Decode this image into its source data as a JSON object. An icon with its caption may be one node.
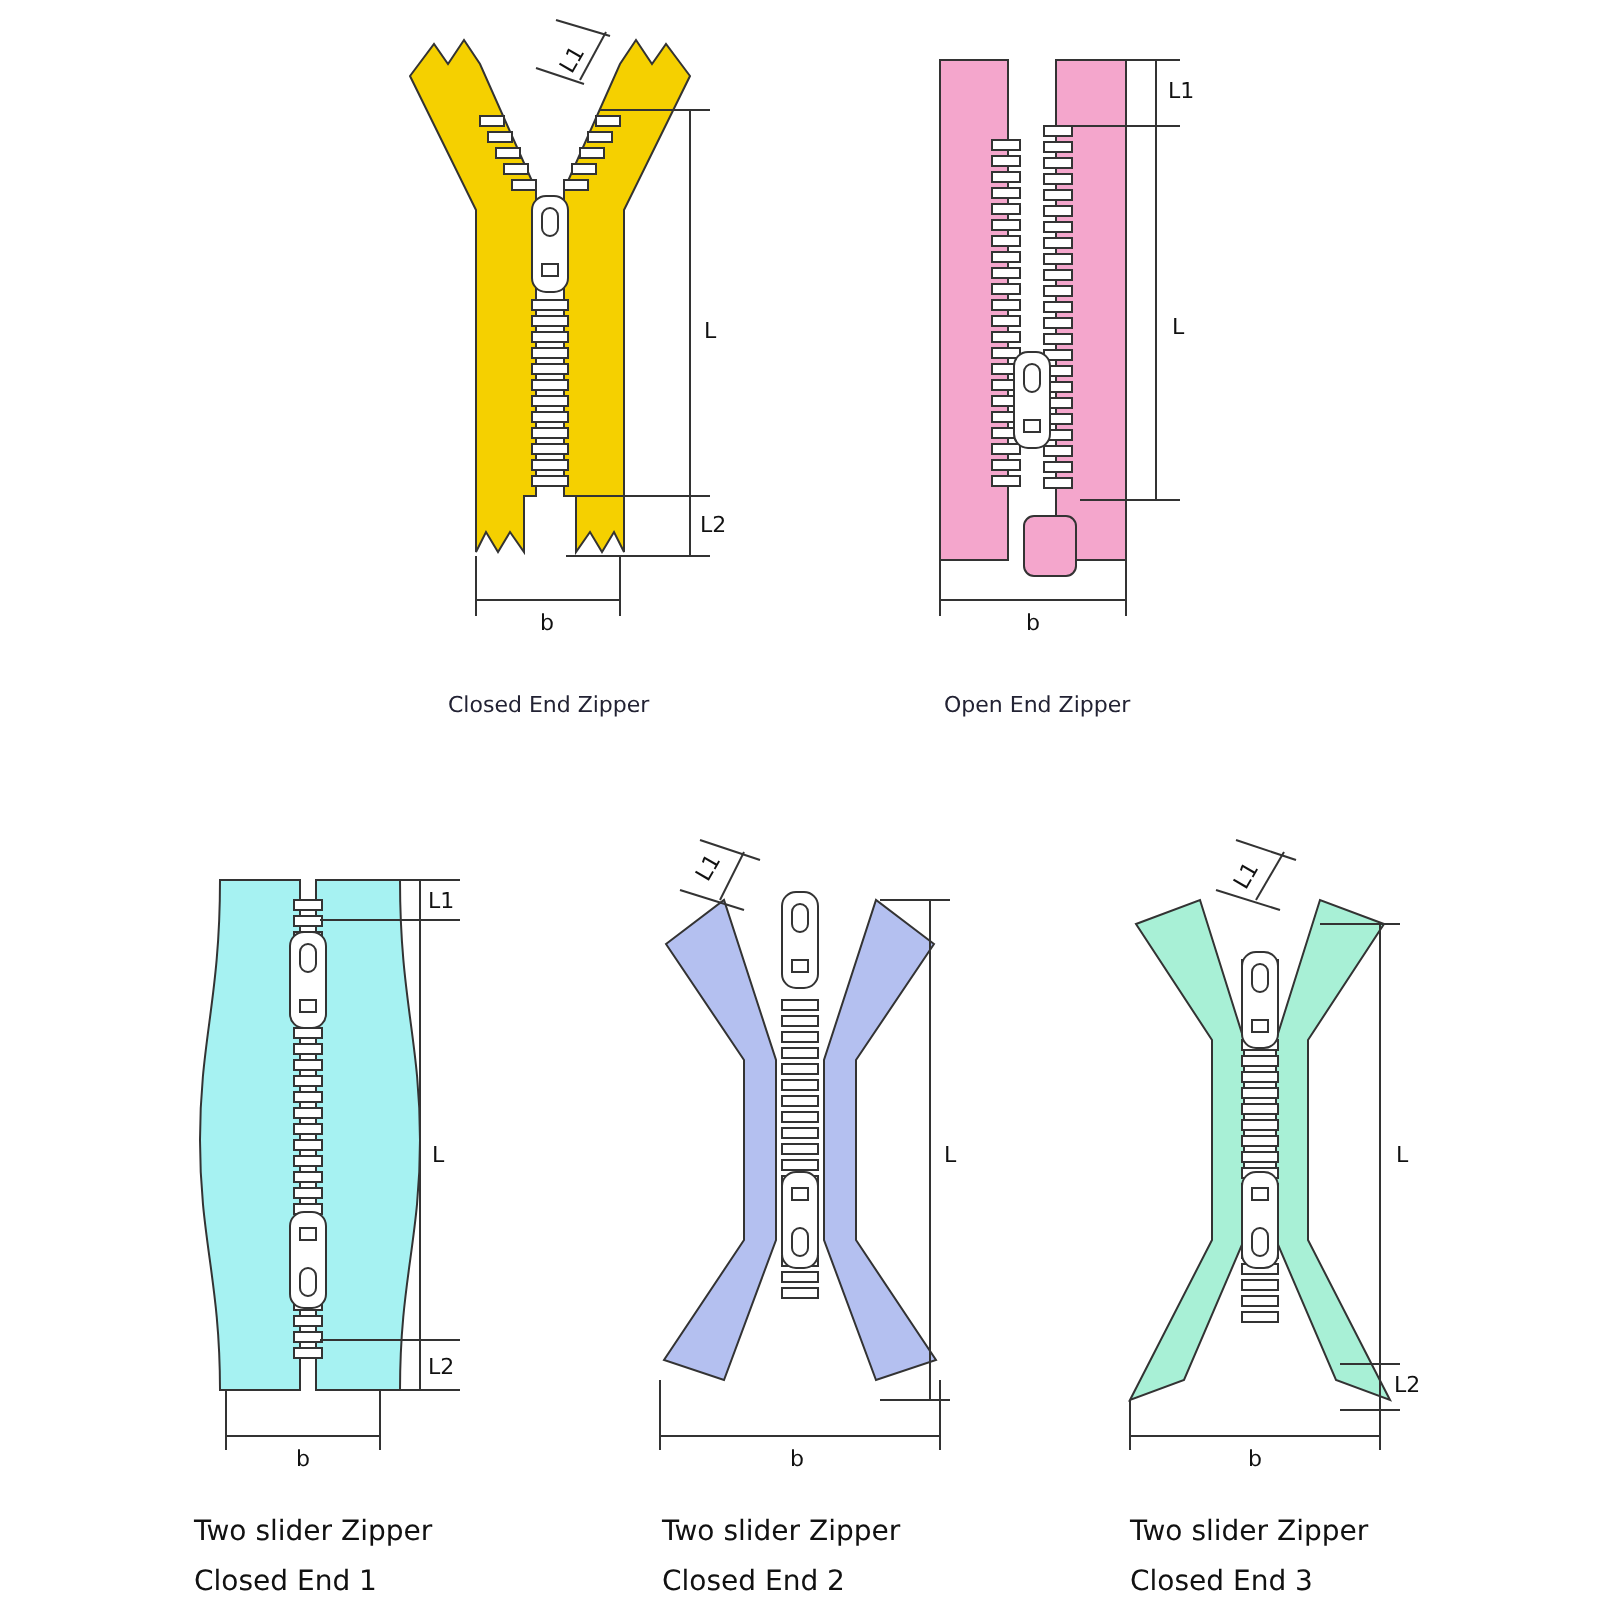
{
  "diagram": {
    "labels": [
      "L1",
      "L",
      "L2",
      "b",
      "L1",
      "L",
      "b",
      "Closed End Zipper",
      "Open End Zipper",
      "L1",
      "L",
      "L2",
      "b",
      "L1",
      "L",
      "b",
      "L1",
      "L",
      "L2",
      "b",
      "Two slider Zipper Closed End 1",
      "Two slider Zipper Closed End 2",
      "Two slider Zipper Closed End 3"
    ]
  }
}
